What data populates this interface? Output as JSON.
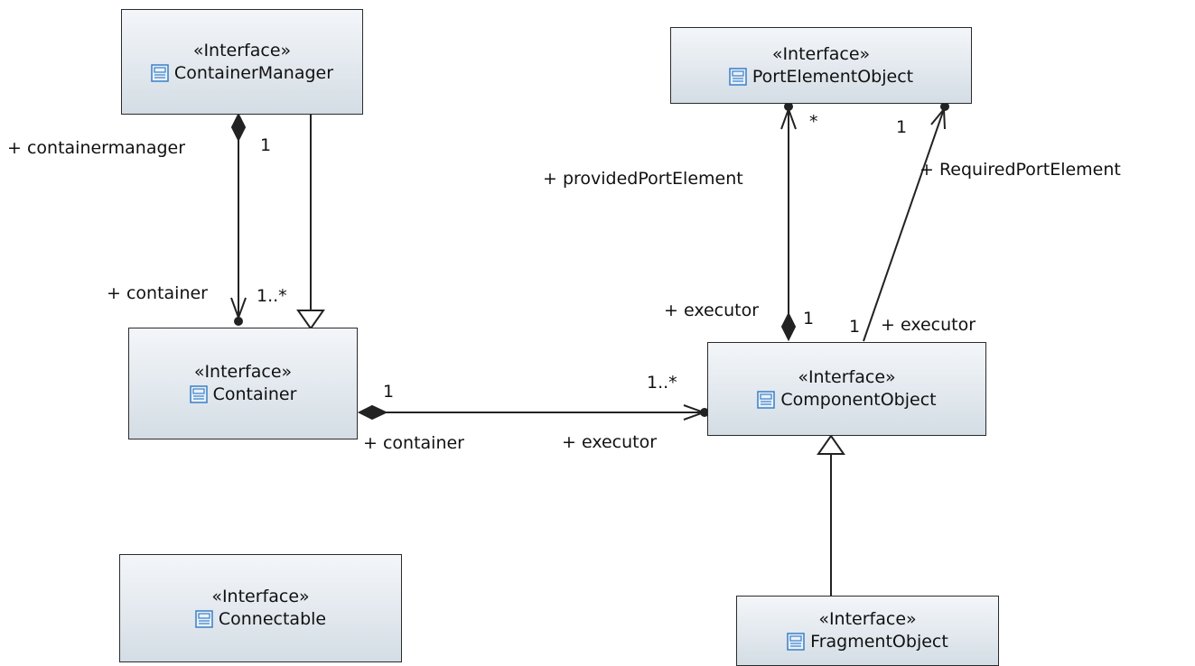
{
  "diagram": {
    "classes": {
      "container_manager": {
        "stereotype": "«Interface»",
        "name": "ContainerManager",
        "icon": "interface-icon"
      },
      "port_element_object": {
        "stereotype": "«Interface»",
        "name": "PortElementObject",
        "icon": "interface-icon"
      },
      "container": {
        "stereotype": "«Interface»",
        "name": "Container",
        "icon": "interface-icon"
      },
      "component_object": {
        "stereotype": "«Interface»",
        "name": "ComponentObject",
        "icon": "interface-icon"
      },
      "connectable": {
        "stereotype": "«Interface»",
        "name": "Connectable",
        "icon": "interface-icon"
      },
      "fragment_object": {
        "stereotype": "«Interface»",
        "name": "FragmentObject",
        "icon": "interface-icon"
      }
    },
    "labels": {
      "cm_role": "+ containermanager",
      "cm_mult": "1",
      "container_role": "+ container",
      "container_mult": "1..*",
      "provided_role": "+ providedPortElement",
      "provided_mult": "*",
      "required_mult": "1",
      "required_role": "+ RequiredPortElement",
      "exec_provided_role": "+ executor",
      "exec_provided_mult": "1",
      "exec_required_mult": "1",
      "exec_required_role": "+ executor",
      "assoc_container_mult": "1",
      "assoc_container_role": "+ container",
      "assoc_executor_mult": "1..*",
      "assoc_executor_role": "+ executor"
    },
    "colors": {
      "box_border": "#2b2b2b",
      "box_top": "#f3f6f9",
      "box_bottom": "#d4dde5",
      "line": "#222222",
      "icon": "#3b7fc4"
    }
  }
}
